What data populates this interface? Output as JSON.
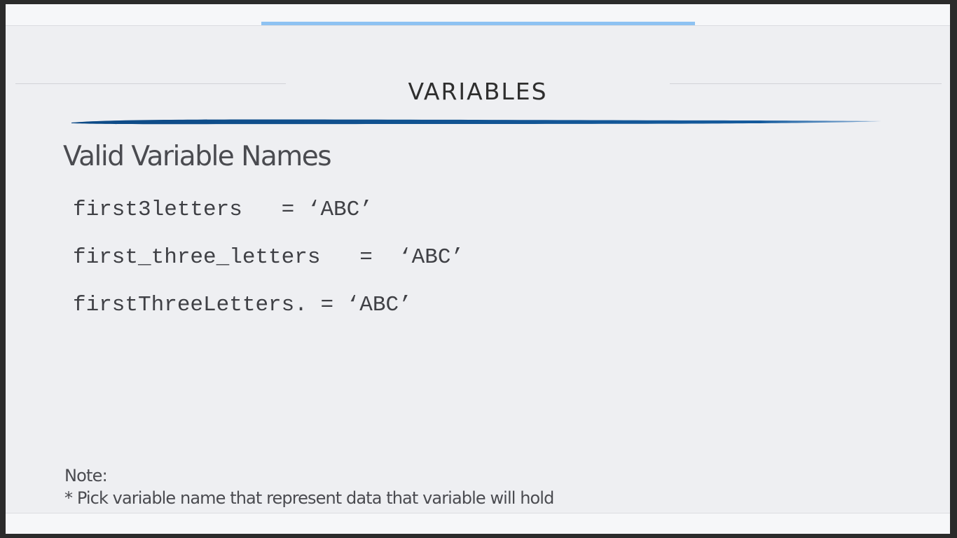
{
  "slide": {
    "title": "VARIABLES",
    "subtitle": "Valid Variable Names",
    "code_lines": [
      "first3letters   = ‘ABC’",
      "first_three_letters   =  ‘ABC’",
      "firstThreeLetters. = ‘ABC’"
    ],
    "note_label": "Note:",
    "note_text": "* Pick  variable name that represent data that variable will hold"
  },
  "colors": {
    "accent_stroke": "#0f4f8c",
    "progress_bar": "#8ec2f2",
    "background": "#eeeff2"
  }
}
